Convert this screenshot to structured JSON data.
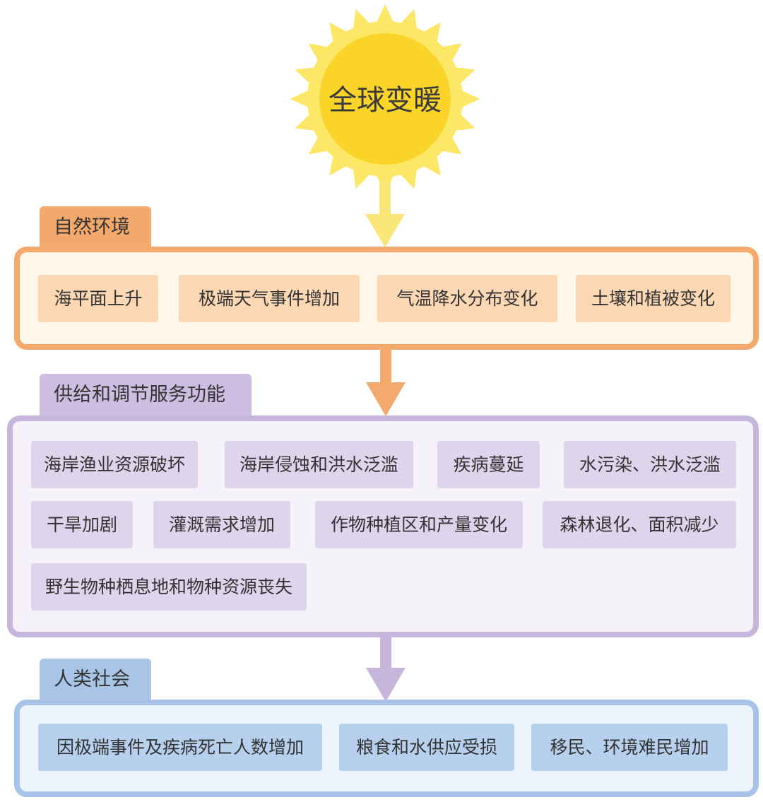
{
  "sun": {
    "label": "全球变暖",
    "colors": {
      "core": "#fbd42a",
      "halo": "#fdea73",
      "arrow": "#fbe678"
    }
  },
  "sections": {
    "natural": {
      "title": "自然环境",
      "color": "#f4aa6c",
      "items": [
        "海平面上升",
        "极端天气事件增加",
        "气温降水分布变化",
        "土壤和植被变化"
      ]
    },
    "services": {
      "title": "供给和调节服务功能",
      "color": "#c6b6dc",
      "items": [
        "海岸渔业资源破坏",
        "海岸侵蚀和洪水泛滥",
        "疾病蔓延",
        "水污染、洪水泛滥",
        "干旱加剧",
        "灌溉需求增加",
        "作物种植区和产量变化",
        "森林退化、面积减少",
        "野生物种栖息地和物种资源丧失"
      ]
    },
    "society": {
      "title": "人类社会",
      "color": "#a7c3e8",
      "items": [
        "因极端事件及疾病死亡人数增加",
        "粮食和水供应受损",
        "移民、环境难民增加"
      ]
    }
  }
}
